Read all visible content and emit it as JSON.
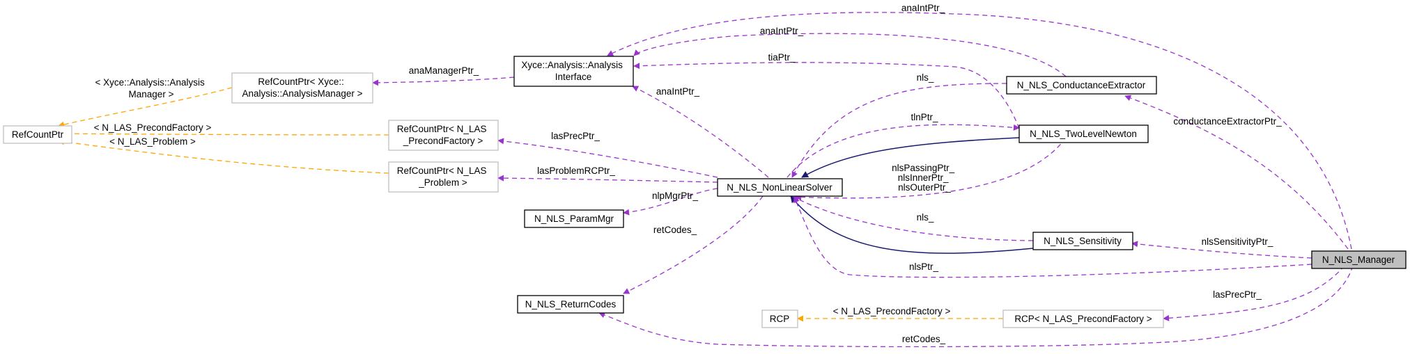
{
  "colors": {
    "usage_edge": "#9a32cd",
    "template_edge": "#ffa500",
    "inheritance_edge": "#191970",
    "documented_border": "#000000",
    "undocumented_border": "#bfbfbf",
    "current_node_fill": "#bfbfbf"
  },
  "nodes": {
    "ref_count_ptr": {
      "lines": [
        "RefCountPtr"
      ]
    },
    "refcountptr_analysis_manager": {
      "lines": [
        "RefCountPtr< Xyce::",
        "Analysis::AnalysisManager >"
      ]
    },
    "analysis_interface": {
      "lines": [
        "Xyce::Analysis::Analysis",
        "Interface"
      ]
    },
    "refcountptr_precond_factory": {
      "lines": [
        "RefCountPtr< N_LAS",
        "_PrecondFactory >"
      ]
    },
    "refcountptr_problem": {
      "lines": [
        "RefCountPtr< N_LAS",
        "_Problem >"
      ]
    },
    "param_mgr": {
      "lines": [
        "N_NLS_ParamMgr"
      ]
    },
    "nonlinear_solver": {
      "lines": [
        "N_NLS_NonLinearSolver"
      ]
    },
    "conductance_extractor": {
      "lines": [
        "N_NLS_ConductanceExtractor"
      ]
    },
    "two_level_newton": {
      "lines": [
        "N_NLS_TwoLevelNewton"
      ]
    },
    "sensitivity": {
      "lines": [
        "N_NLS_Sensitivity"
      ]
    },
    "manager": {
      "lines": [
        "N_NLS_Manager"
      ]
    },
    "return_codes": {
      "lines": [
        "N_NLS_ReturnCodes"
      ]
    },
    "rcp": {
      "lines": [
        "RCP"
      ]
    },
    "rcp_precond_factory": {
      "lines": [
        "RCP< N_LAS_PrecondFactory >"
      ]
    }
  },
  "edge_labels": {
    "analysis_manager_tmpl": [
      "< Xyce::Analysis::Analysis",
      "Manager >"
    ],
    "precond_factory_tmpl": [
      "< N_LAS_PrecondFactory >"
    ],
    "problem_tmpl": [
      "< N_LAS_Problem >"
    ],
    "ana_manager_ptr": [
      "anaManagerPtr_"
    ],
    "ana_int_ptr_top": [
      "anaIntPtr_"
    ],
    "ana_int_ptr_ce": [
      "anaIntPtr_"
    ],
    "tia_ptr": [
      "tiaPtr_"
    ],
    "ana_int_ptr_solver": [
      "anaIntPtr_"
    ],
    "nls_ce": [
      "nls_"
    ],
    "tln_ptr": [
      "tlnPtr_"
    ],
    "las_prec_ptr_solver": [
      "lasPrecPtr_"
    ],
    "las_problem_rcp_ptr": [
      "lasProblemRCPtr_"
    ],
    "nlp_mgr_ptr": [
      "nlpMgrPtr_"
    ],
    "nls_two_level": [
      "nlsPassingPtr_",
      "nlsInnerPtr_",
      "nlsOuterPtr_"
    ],
    "nls_sens": [
      "nls_"
    ],
    "ret_codes_solver": [
      "retCodes_"
    ],
    "conductance_extractor_ptr": [
      "conductanceExtractorPtr_"
    ],
    "nls_sensitivity_ptr": [
      "nlsSensitivityPtr_"
    ],
    "nls_ptr": [
      "nlsPtr_"
    ],
    "las_prec_ptr_mgr": [
      "lasPrecPtr_"
    ],
    "rcp_precond_tmpl": [
      "< N_LAS_PrecondFactory >"
    ],
    "ret_codes_mgr": [
      "retCodes_"
    ]
  }
}
